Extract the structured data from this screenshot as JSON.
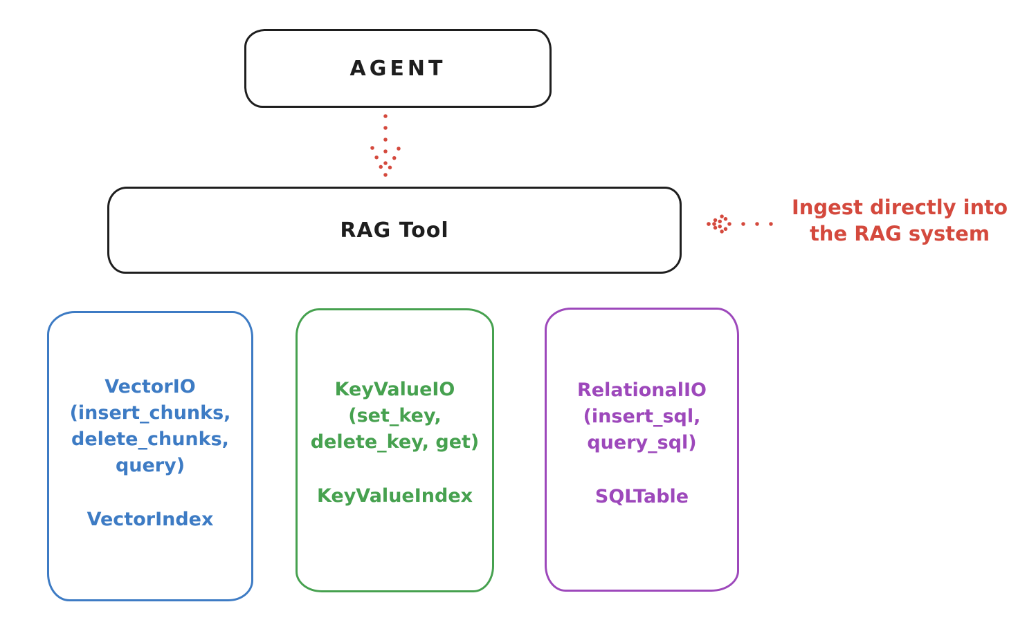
{
  "diagram": {
    "agent": {
      "label": "AGENT"
    },
    "rag_tool": {
      "label": "RAG Tool"
    },
    "annotation": {
      "text": "Ingest directly into\nthe RAG system"
    },
    "nodes": [
      {
        "name": "VectorIO",
        "body": "VectorIO\n(insert_chunks,\ndelete_chunks,\nquery)",
        "footer": "VectorIndex",
        "color": "#3d7bc4"
      },
      {
        "name": "KeyValueIO",
        "body": "KeyValueIO\n(set_key,\ndelete_key, get)",
        "footer": "KeyValueIndex",
        "color": "#46a14f"
      },
      {
        "name": "RelationalIO",
        "body": "RelationalIO\n(insert_sql,\nquery_sql)",
        "footer": "SQLTable",
        "color": "#9d48bb"
      }
    ],
    "colors": {
      "stroke_black": "#1e1e1e",
      "accent_red": "#d4493d",
      "vector_blue": "#3d7bc4",
      "keyvalue_green": "#46a14f",
      "relational_purple": "#9d48bb",
      "background": "#ffffff"
    }
  }
}
